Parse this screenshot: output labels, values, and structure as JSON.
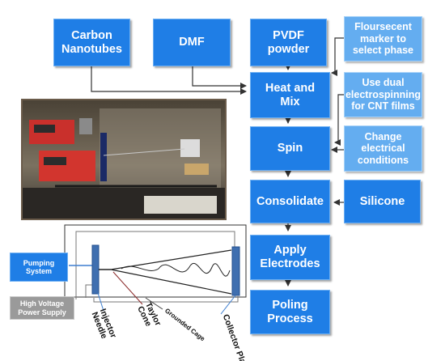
{
  "flow": {
    "carbon_nanotubes": "Carbon\nNanotubes",
    "dmf": "DMF",
    "pvdf_powder": "PVDF\npowder",
    "heat_and_mix": "Heat and\nMix",
    "spin": "Spin",
    "consolidate": "Consolidate",
    "silicone": "Silicone",
    "apply_electrodes": "Apply\nElectrodes",
    "poling_process": "Poling\nProcess"
  },
  "notes": {
    "fluorescent_marker": "Floursecent\nmarker to\nselect phase",
    "dual_electrospinning": "Use dual\nelectrospinning\nfor CNT films",
    "change_electrical": "Change\nelectrical\nconditions"
  },
  "schematic": {
    "pumping_system": "Pumping\nSystem",
    "high_voltage": "High Voltage\nPower Supply",
    "injector_needle": "Injector\nNeedle",
    "taylor_cone": "Taylor\nCone",
    "grounded_cage": "Grounded Cage",
    "collector_plate": "Collector Plate"
  },
  "colors": {
    "box_blue": "#1f7ee6",
    "note_blue": "#64adf0",
    "grey_box": "#9a9a9a",
    "connector": "#333333"
  },
  "icons": {
    "arrow": "arrowhead"
  }
}
